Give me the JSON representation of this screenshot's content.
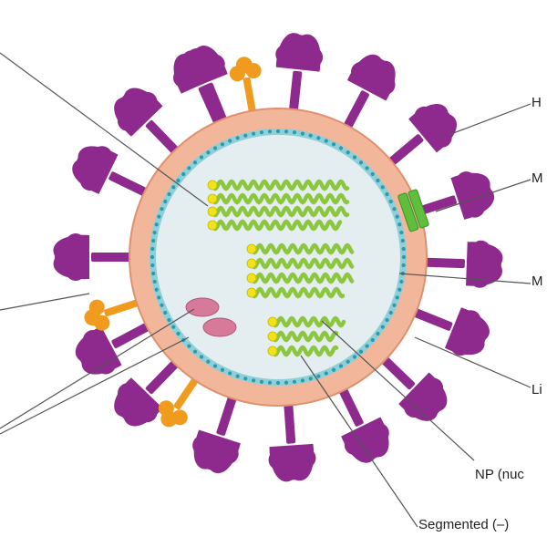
{
  "labels": {
    "ha": "H",
    "m2": "M",
    "m1": "M",
    "lipid": "Li",
    "np": "NP (nuc",
    "rna": "Segmented (–)"
  },
  "colors": {
    "background": "#ffffff",
    "core": "#e4eef0",
    "matrix_layer": "#8fd0d8",
    "matrix_dots": "#2a9aac",
    "lipid_layer": "#f2b69a",
    "lipid_edge": "#e0906f",
    "hemagglutinin": "#8e2a8e",
    "neuraminidase": "#f09a1e",
    "m2_channel": "#5fbf3c",
    "rna_strand": "#8cc63f",
    "rna_end": "#f2e21a",
    "polymerase": "#d77a9a",
    "leader_line": "#555555",
    "label_text": "#222222"
  },
  "icons": {
    "hemagglutinin": "mushroom-spike-icon",
    "neuraminidase": "tetramer-spike-icon",
    "m2": "ion-channel-icon",
    "polymerase": "oval-complex-icon"
  }
}
